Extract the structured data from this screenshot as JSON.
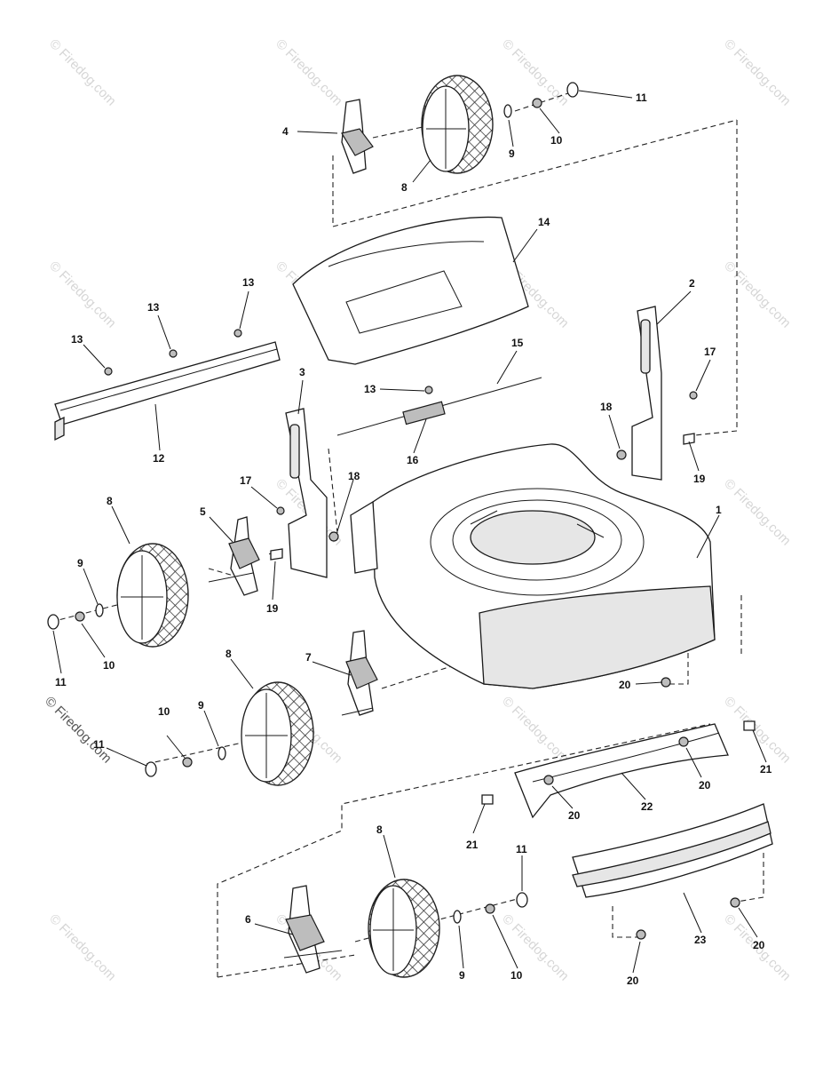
{
  "watermark": {
    "text": "© Firedog.com",
    "side_text": "© Firedog.com"
  },
  "callouts": {
    "c1": "1",
    "c2": "2",
    "c3": "3",
    "c4": "4",
    "c5": "5",
    "c6": "6",
    "c7": "7",
    "c8a": "8",
    "c8b": "8",
    "c8c": "8",
    "c8d": "8",
    "c9a": "9",
    "c9b": "9",
    "c9c": "9",
    "c9d": "9",
    "c10a": "10",
    "c10b": "10",
    "c10c": "10",
    "c10d": "10",
    "c11a": "11",
    "c11b": "11",
    "c11c": "11",
    "c11d": "11",
    "c12": "12",
    "c13a": "13",
    "c13b": "13",
    "c13c": "13",
    "c13d": "13",
    "c14": "14",
    "c15": "15",
    "c16": "16",
    "c17a": "17",
    "c17b": "17",
    "c18a": "18",
    "c18b": "18",
    "c19a": "19",
    "c19b": "19",
    "c20a": "20",
    "c20b": "20",
    "c20c": "20",
    "c20d": "20",
    "c20e": "20",
    "c21a": "21",
    "c21b": "21",
    "c22": "22",
    "c23": "23"
  }
}
